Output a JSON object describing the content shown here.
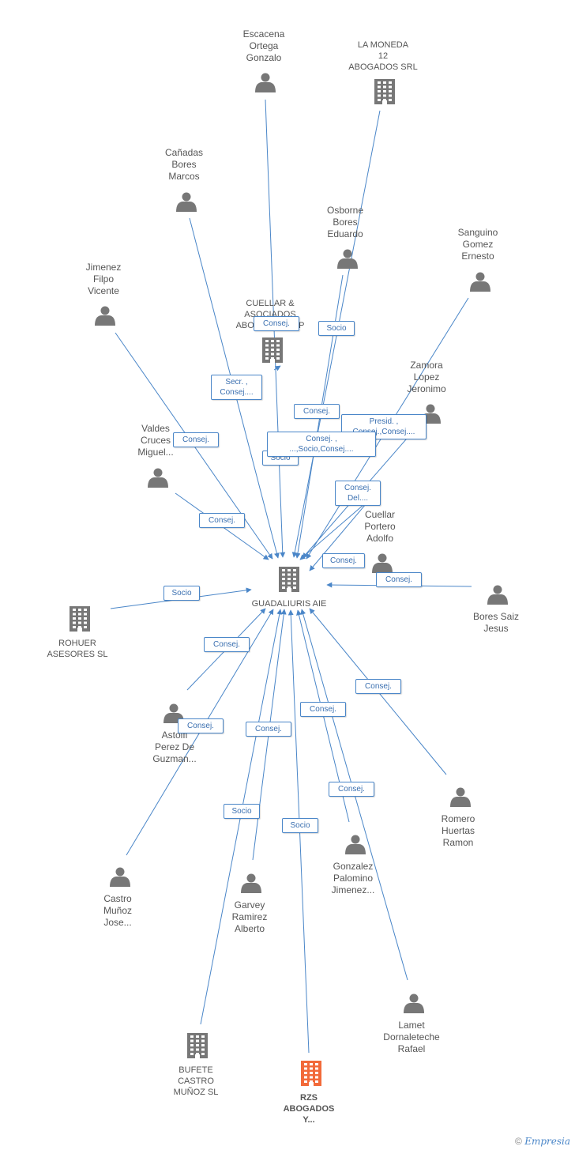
{
  "colors": {
    "edge": "#4a86c8",
    "node": "#777777",
    "highlight": "#f26a3a",
    "text": "#555555"
  },
  "center": {
    "id": "c",
    "label": "GUADALIURIS AIE"
  },
  "nodes": [
    {
      "id": "escacena",
      "type": "person",
      "label": "Escacena\nOrtega\nGonzalo"
    },
    {
      "id": "lamoneda",
      "type": "company",
      "label": "LA MONEDA\n12\nABOGADOS SRL"
    },
    {
      "id": "canadas",
      "type": "person",
      "label": "Cañadas\nBores\nMarcos"
    },
    {
      "id": "osborne",
      "type": "person",
      "label": "Osborne\nBores\nEduardo"
    },
    {
      "id": "sanguino",
      "type": "person",
      "label": "Sanguino\nGomez\nErnesto"
    },
    {
      "id": "jimenez",
      "type": "person",
      "label": "Jimenez\nFilpo\nVicente"
    },
    {
      "id": "cuellar_asoc",
      "type": "company",
      "label": "CUELLAR &\nASOCIADOS\nABOGADOS SLP"
    },
    {
      "id": "zamora",
      "type": "person",
      "label": "Zamora\nLopez\nJeronimo"
    },
    {
      "id": "valdes",
      "type": "person",
      "label": "Valdes\nCruces\nMiguel..."
    },
    {
      "id": "cuellar_portero",
      "type": "person",
      "label": "Cuellar\nPortero\nAdolfo"
    },
    {
      "id": "rohuer",
      "type": "company",
      "label": "ROHUER\nASESORES SL"
    },
    {
      "id": "bores_saiz",
      "type": "person",
      "label": "Bores Saiz\nJesus"
    },
    {
      "id": "astolfi",
      "type": "person",
      "label": "Astolfi\nPerez De\nGuzman..."
    },
    {
      "id": "romero",
      "type": "person",
      "label": "Romero\nHuertas\nRamon"
    },
    {
      "id": "castro",
      "type": "person",
      "label": "Castro\nMuñoz\nJose..."
    },
    {
      "id": "gonzalez",
      "type": "person",
      "label": "Gonzalez\nPalomino\nJimenez..."
    },
    {
      "id": "garvey",
      "type": "person",
      "label": "Garvey\nRamirez\nAlberto"
    },
    {
      "id": "lamet",
      "type": "person",
      "label": "Lamet\nDornaleteche\nRafael"
    },
    {
      "id": "bufete",
      "type": "company",
      "label": "BUFETE\nCASTRO\nMUÑOZ SL"
    },
    {
      "id": "rzs",
      "type": "company_highlight",
      "label": "RZS\nABOGADOS\nY..."
    }
  ],
  "edges": [
    {
      "from": "escacena",
      "label": "Consej."
    },
    {
      "from": "lamoneda",
      "label": "Socio"
    },
    {
      "from": "canadas",
      "label": "Secr. ,\nConsej...."
    },
    {
      "from": "osborne",
      "label": "Consej."
    },
    {
      "from": "sanguino",
      "label": "Presid. ,\nConsej.,Consej...."
    },
    {
      "from": "jimenez",
      "label": "Consej."
    },
    {
      "from": "cuellar_asoc",
      "label": "Socio"
    },
    {
      "from": "zamora",
      "label": "Consej. ,\n...,Socio,Consej...."
    },
    {
      "from": "valdes",
      "label": "Consej."
    },
    {
      "from": "cuellar_portero",
      "label": "Consej.\nDel...."
    },
    {
      "from": "cuellar_portero",
      "label": "Consej."
    },
    {
      "from": "rohuer",
      "label": "Socio"
    },
    {
      "from": "bores_saiz",
      "label": "Consej."
    },
    {
      "from": "astolfi",
      "label": "Consej."
    },
    {
      "from": "romero",
      "label": "Consej."
    },
    {
      "from": "castro",
      "label": "Consej."
    },
    {
      "from": "gonzalez",
      "label": "Consej."
    },
    {
      "from": "garvey",
      "label": "Consej."
    },
    {
      "from": "lamet",
      "label": "Consej."
    },
    {
      "from": "bufete",
      "label": "Socio"
    },
    {
      "from": "rzs",
      "label": "Socio"
    }
  ],
  "footer": {
    "copyright": "©",
    "brand": "Empresia"
  }
}
